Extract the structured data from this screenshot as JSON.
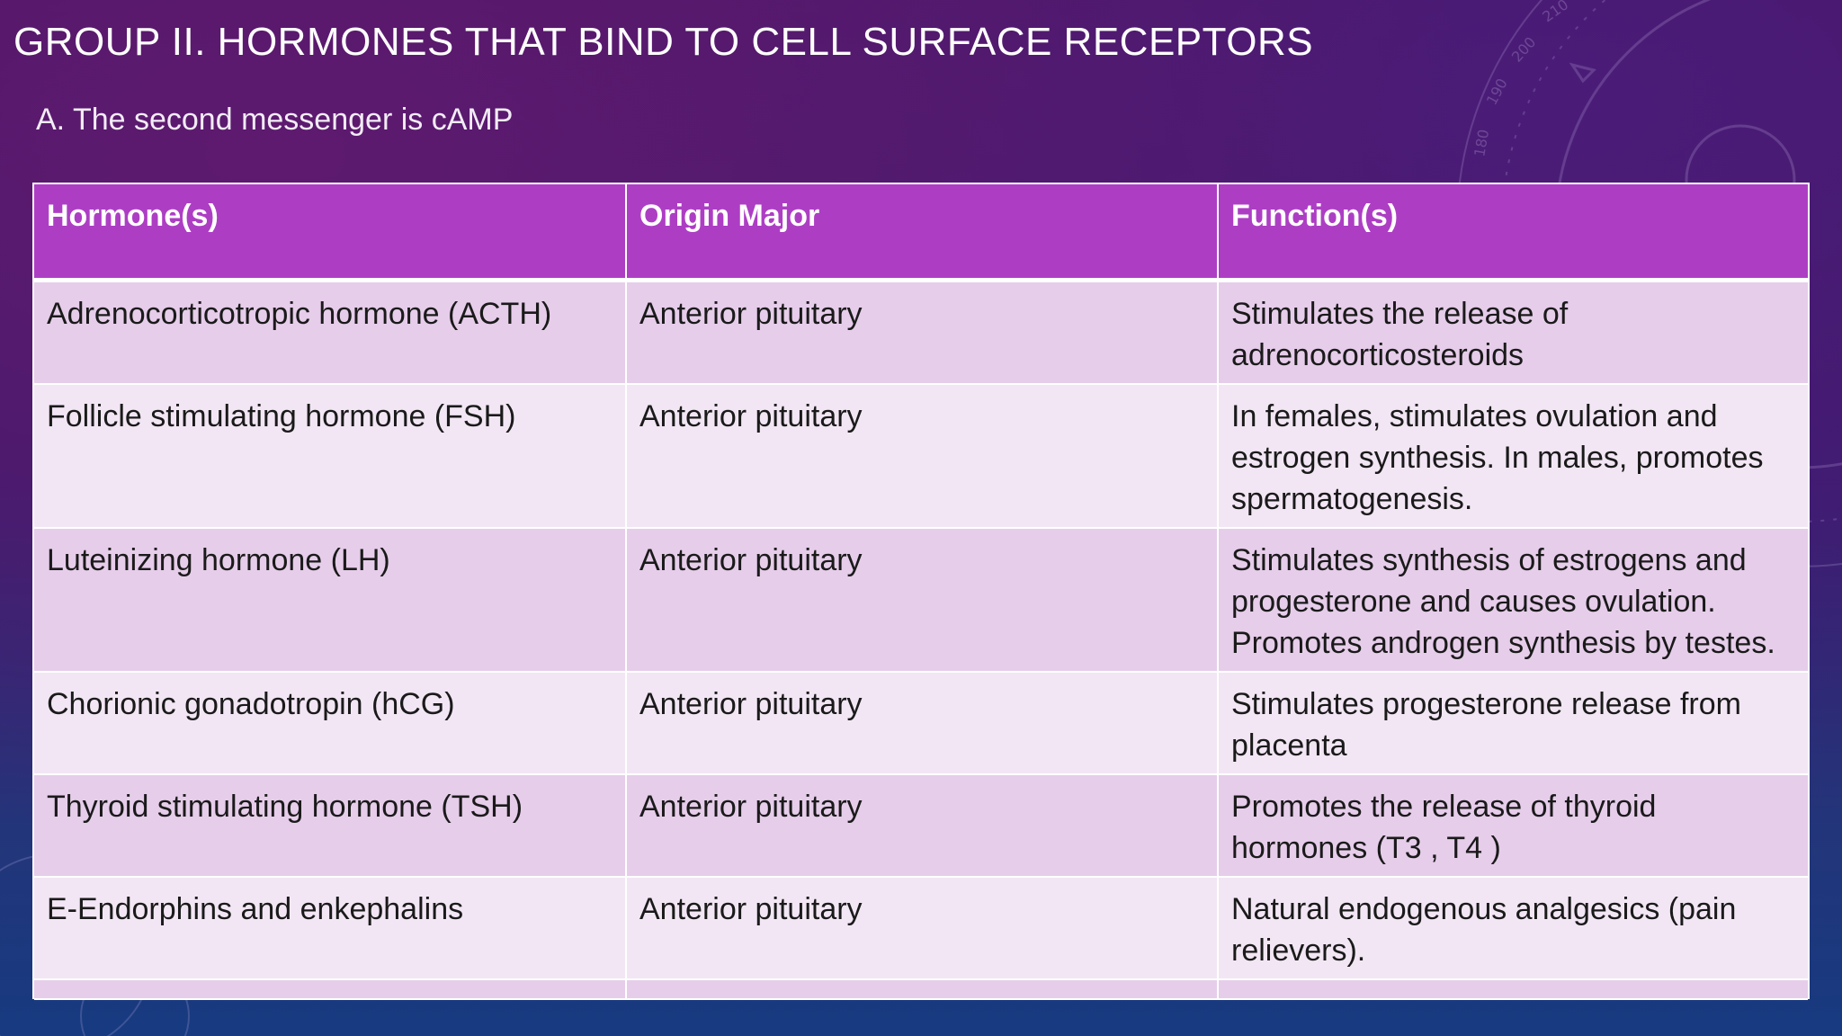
{
  "slide": {
    "title": "GROUP II. HORMONES THAT BIND TO CELL SURFACE RECEPTORS",
    "subtitle": "A. The second messenger is cAMP"
  },
  "table": {
    "headers": [
      "Hormone(s)",
      "Origin Major",
      "Function(s)"
    ],
    "rows": [
      [
        "Adrenocorticotropic hormone (ACTH)",
        "Anterior pituitary",
        "Stimulates the release of adrenocorticosteroids"
      ],
      [
        "Follicle stimulating hormone (FSH)",
        "Anterior pituitary",
        "In females, stimulates ovulation and estrogen synthesis. In males, promotes spermatogenesis."
      ],
      [
        "Luteinizing hormone (LH)",
        "Anterior pituitary",
        "Stimulates synthesis of estrogens and progesterone and causes ovulation. Promotes androgen synthesis by testes."
      ],
      [
        "Chorionic gonadotropin (hCG)",
        "Anterior pituitary",
        "Stimulates progesterone release from placenta"
      ],
      [
        "Thyroid stimulating hormone (TSH)",
        "Anterior pituitary",
        "Promotes the release of thyroid hormones (T3 , T4 )"
      ],
      [
        "E-Endorphins and enkephalins",
        "Anterior pituitary",
        "Natural endogenous analgesics (pain relievers)."
      ],
      [
        "",
        "",
        ""
      ]
    ]
  },
  "decoration": {
    "dial_numbers": [
      "180",
      "190",
      "200",
      "210"
    ]
  },
  "colors": {
    "header_bg": "#ad3ec4",
    "row_odd_bg": "#e6cdea",
    "row_even_bg": "#f2e6f4",
    "title_text": "#ffffff"
  }
}
